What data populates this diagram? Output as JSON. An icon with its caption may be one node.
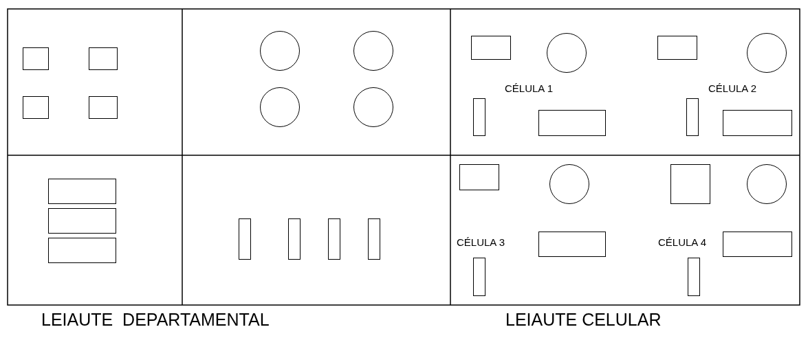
{
  "diagram": {
    "nodes": [
      {
        "text": [],
        "shape": "box"
      },
      {
        "text": [],
        "shape": "box"
      },
      {
        "text": [],
        "shape": "box"
      },
      {
        "text": [],
        "shape": "box"
      },
      {
        "text": [],
        "shape": "circle"
      },
      {
        "text": [],
        "shape": "circle"
      },
      {
        "text": [],
        "shape": "circle"
      },
      {
        "text": [],
        "shape": "circle"
      },
      {
        "text": [],
        "shape": "box"
      },
      {
        "text": [],
        "shape": "circle"
      },
      {
        "text": [],
        "shape": "box"
      },
      {
        "text": [],
        "shape": "circle"
      },
      {
        "text": [],
        "shape": "box"
      },
      {
        "text": [],
        "shape": "box"
      },
      {
        "text": [],
        "shape": "box"
      },
      {
        "text": [],
        "shape": "box"
      },
      {
        "text": [],
        "shape": "box"
      },
      {
        "text": [],
        "shape": "box"
      },
      {
        "text": [],
        "shape": "box"
      },
      {
        "text": [],
        "shape": "box"
      },
      {
        "text": [],
        "shape": "box"
      },
      {
        "text": [],
        "shape": "box"
      },
      {
        "text": [],
        "shape": "box"
      },
      {
        "text": [],
        "shape": "box"
      },
      {
        "text": [],
        "shape": "circle"
      },
      {
        "text": [],
        "shape": "box"
      },
      {
        "text": [],
        "shape": "circle"
      },
      {
        "text": [],
        "shape": "box"
      },
      {
        "text": [],
        "shape": "box"
      },
      {
        "text": [],
        "shape": "box"
      },
      {
        "text": [],
        "shape": "box"
      }
    ],
    "edges": [],
    "labels": [
      "CÉLULA 1",
      "CÉLULA 2",
      "CÉLULA 3",
      "CÉLULA 4",
      "LEIAUTE  DEPARTAMENTAL",
      "LEIAUTE CELULAR"
    ]
  }
}
